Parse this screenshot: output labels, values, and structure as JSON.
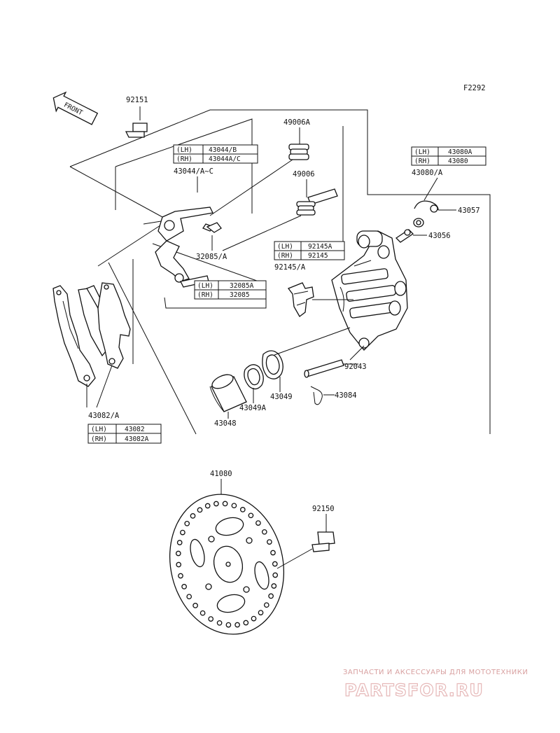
{
  "figure_code": "F2292",
  "front_label": "FRONT",
  "parts": {
    "p92151": "92151",
    "p49006A": "49006A",
    "p49006": "49006",
    "p43044": "43044/A~C",
    "p32085A": "32085/A",
    "p92145A": "92145/A",
    "p43080A": "43080/A",
    "p43057": "43057",
    "p43056": "43056",
    "p92043": "92043",
    "p43084": "43084",
    "p43049": "43049",
    "p43049A": "43049A",
    "p43048": "43048",
    "p43082A": "43082/A",
    "p41080": "41080",
    "p92150": "92150"
  },
  "tables": {
    "t43044": {
      "lh_tag": "(LH)",
      "lh_val": "43044/B",
      "rh_tag": "(RH)",
      "rh_val": "43044A/C"
    },
    "t43080": {
      "lh_tag": "(LH)",
      "lh_val": "43080A",
      "rh_tag": "(RH)",
      "rh_val": "43080"
    },
    "t92145": {
      "lh_tag": "(LH)",
      "lh_val": "92145A",
      "rh_tag": "(RH)",
      "rh_val": "92145"
    },
    "t32085": {
      "lh_tag": "(LH)",
      "lh_val": "32085A",
      "rh_tag": "(RH)",
      "rh_val": "32085"
    },
    "t43082": {
      "lh_tag": "(LH)",
      "lh_val": "43082",
      "rh_tag": "(RH)",
      "rh_val": "43082A"
    }
  },
  "watermark": {
    "top": "ЗАПЧАСТИ И АКСЕССУАРЫ ДЛЯ МОТОТЕХНИКИ",
    "main": "PARTSFOR.RU"
  }
}
